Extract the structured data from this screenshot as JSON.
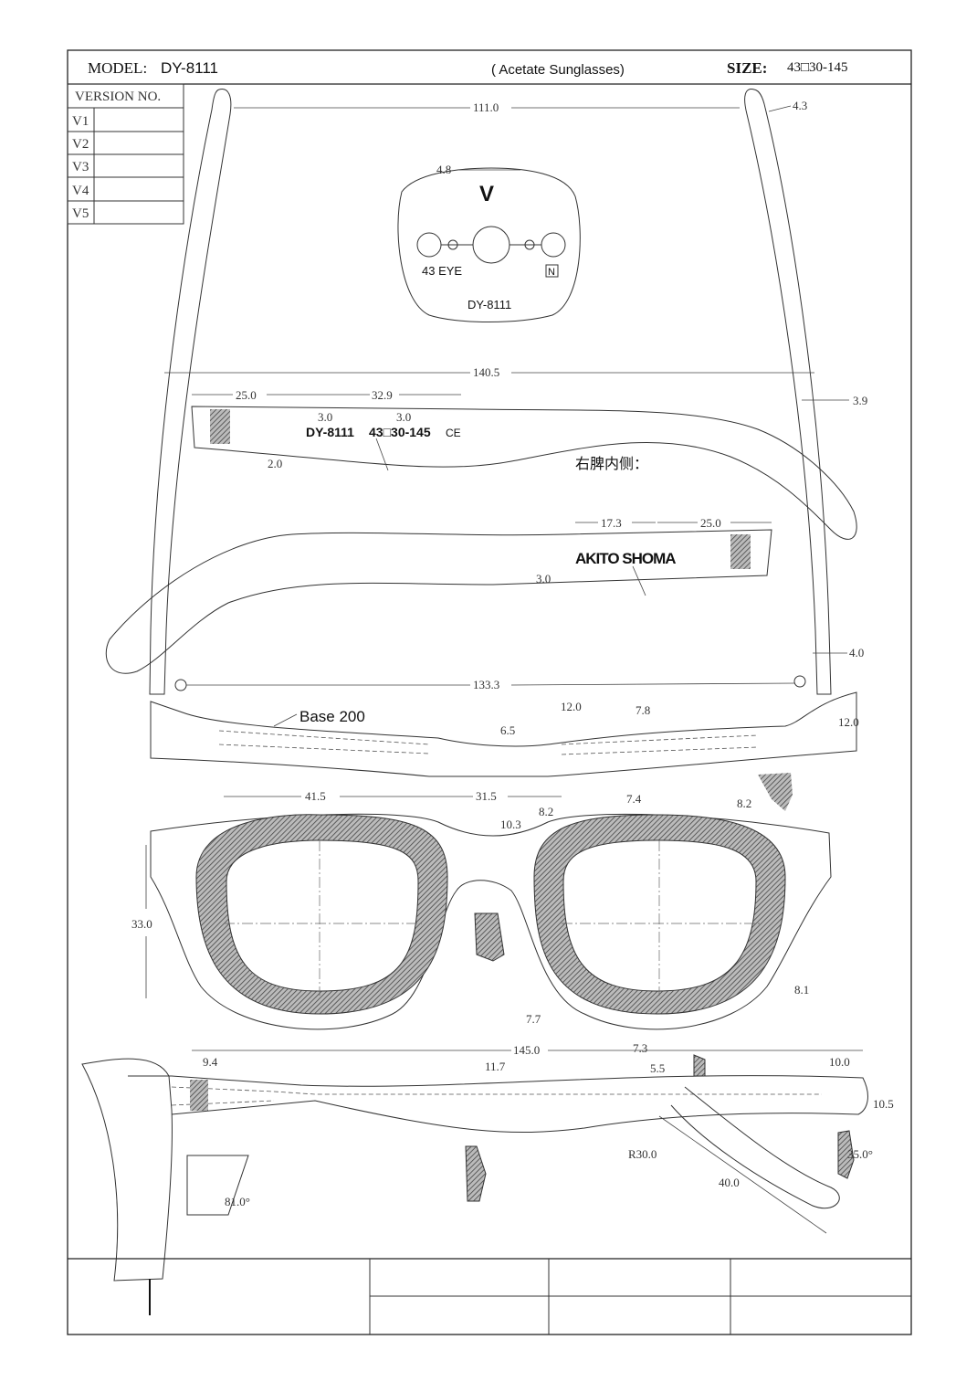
{
  "header": {
    "model_label": "MODEL:",
    "model_value": "DY-8111",
    "product": "( Acetate Sunglasses)",
    "size_label": "SIZE:",
    "size_value": "43□30-145"
  },
  "version_table": {
    "title": "VERSION NO.",
    "rows": [
      "V1",
      "V2",
      "V3",
      "V4",
      "V5"
    ]
  },
  "lens_tag": {
    "logo": "V",
    "eye_size": "43 EYE",
    "n_mark": "N",
    "model": "DY-8111",
    "dim_width": "4.8"
  },
  "temples": {
    "dim_tip_span": "111.0",
    "dim_tip_thickness": "4.3",
    "dim_span": "140.5",
    "dim_thickness": "3.9",
    "left_inside": {
      "dim_logo_offset": "25.0",
      "dim_text_length": "32.9",
      "dim_gap1": "3.0",
      "dim_gap2": "3.0",
      "dim_text_height": "2.0",
      "print_model": "DY-8111",
      "print_size": "43□30-145",
      "print_ce": "CE"
    },
    "right_inside_label": "右脾内侧：",
    "right_inside": {
      "dim_brand_length": "17.3",
      "dim_logo_offset": "25.0",
      "brand": "AKITO SHOMA",
      "dim_brand_height": "3.0"
    },
    "dim_hinge": "4.0",
    "dim_hinge_span": "133.3"
  },
  "top_view": {
    "base_label": "Base 200",
    "dim_bridge_top": "12.0",
    "dim_rim": "7.8",
    "dim_bridge": "6.5",
    "dim_end": "12.0"
  },
  "front_view": {
    "dim_lens_width": "41.5",
    "dim_bridge_width": "31.5",
    "dim_rim_left": "8.2",
    "dim_rim_top": "7.4",
    "dim_rim_right": "8.2",
    "dim_bridge_height": "10.3",
    "dim_lens_height": "33.0",
    "dim_rim_outer": "8.1",
    "dim_rim_bottom_left": "7.7",
    "dim_rim_bottom": "7.3"
  },
  "side_view": {
    "dim_length": "145.0",
    "dim_hinge": "9.4",
    "dim_core": "11.7",
    "dim_tip_core": "5.5",
    "dim_tip_end": "10.0",
    "dim_tip_height": "10.5",
    "dim_radius": "R30.0",
    "dim_angle_tip": "35.0°",
    "dim_bend": "40.0",
    "dim_pantoscopic": "81.0°"
  }
}
